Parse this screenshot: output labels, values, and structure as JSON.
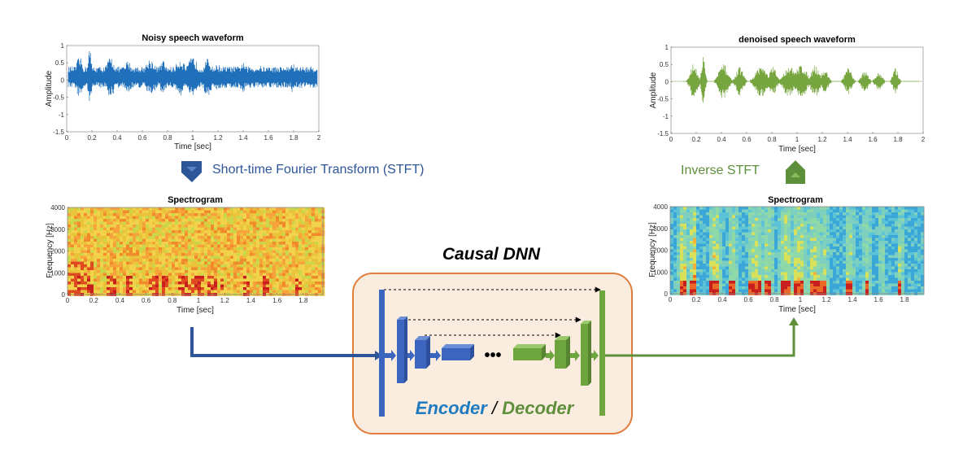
{
  "noisy_waveform": {
    "title": "Noisy speech waveform",
    "xlabel": "Time [sec]",
    "ylabel": "Amplitude",
    "xticks": [
      "0",
      "0.2",
      "0.4",
      "0.6",
      "0.8",
      "1",
      "1.2",
      "1.4",
      "1.6",
      "1.8",
      "2"
    ],
    "yticks": [
      "1",
      "0.5",
      "0",
      "-0.5",
      "-1",
      "-1.5"
    ],
    "color": "#1f6fba"
  },
  "denoised_waveform": {
    "title": "denoised speech waveform",
    "xlabel": "Time [sec]",
    "ylabel": "Amplitude",
    "xticks": [
      "0",
      "0.2",
      "0.4",
      "0.6",
      "0.8",
      "1",
      "1.2",
      "1.4",
      "1.6",
      "1.8",
      "2"
    ],
    "yticks": [
      "1",
      "0.5",
      "0",
      "-0.5",
      "-1",
      "-1.5"
    ],
    "color": "#77a640"
  },
  "noisy_spectrogram": {
    "title": "Spectrogram",
    "xlabel": "Time [sec]",
    "ylabel": "Frequency [Hz]",
    "xticks": [
      "0",
      "0.2",
      "0.4",
      "0.6",
      "0.8",
      "1",
      "1.2",
      "1.4",
      "1.6",
      "1.8"
    ],
    "yticks": [
      "4000",
      "3000",
      "2000",
      "1000",
      "0"
    ]
  },
  "clean_spectrogram": {
    "title": "Spectrogram",
    "xlabel": "Time [sec]",
    "ylabel": "Frequency [Hz]",
    "xticks": [
      "0",
      "0.2",
      "0.4",
      "0.6",
      "0.8",
      "1",
      "1.2",
      "1.4",
      "1.6",
      "1.8"
    ],
    "yticks": [
      "4000",
      "3000",
      "2000",
      "1000",
      "0"
    ]
  },
  "labels": {
    "stft": "Short-time Fourier Transform (STFT)",
    "istft": "Inverse STFT",
    "dnn_title": "Causal DNN",
    "encoder": "Encoder",
    "slash": " / ",
    "decoder": "Decoder",
    "ellipsis": "•••"
  },
  "colors": {
    "encoder_blue": "#3c65c0",
    "decoder_green": "#6fa53f",
    "stft_arrow": "#2e5597",
    "istft_arrow": "#5e8f3a",
    "dnn_border": "#e07d3c",
    "dnn_fill": "#fbece0",
    "encoder_text": "#1f7bbf",
    "decoder_text": "#5e8f3a"
  }
}
